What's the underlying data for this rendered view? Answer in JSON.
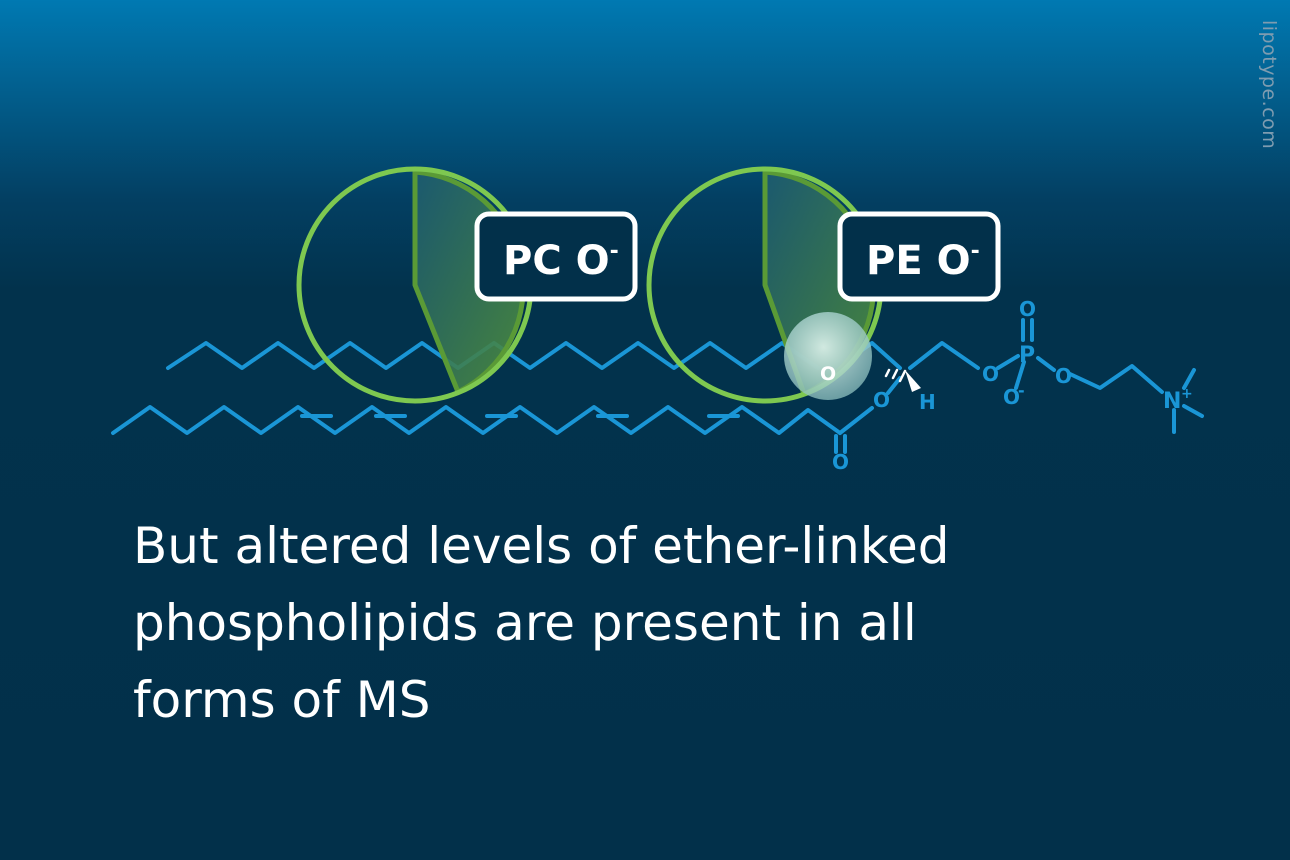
{
  "watermark": "lipotype.com",
  "caption": {
    "lines": [
      "But altered levels of ether-linked",
      "phospholipids are present in all",
      "forms of MS"
    ]
  },
  "labels": {
    "pc": {
      "main": "PC O",
      "sup": "-"
    },
    "pe": {
      "main": "PE O",
      "sup": "-"
    }
  },
  "atoms": {
    "ether_o": "O",
    "ester_o": "O",
    "carbonyl_o": "O",
    "h": "H",
    "p": "P",
    "po_top": "O",
    "po_left": "O",
    "po_bottom": "O",
    "po_bottom_charge": "-",
    "po_right": "O",
    "n": "N",
    "n_charge": "+"
  },
  "colors": {
    "bg_top": "#0079b2",
    "bg_bottom": "#02304a",
    "molecule": "#1a96d6",
    "circle": "#7ec850",
    "slice": "#5a9a36",
    "text": "#ffffff",
    "watermark": "#7f9cb0"
  }
}
